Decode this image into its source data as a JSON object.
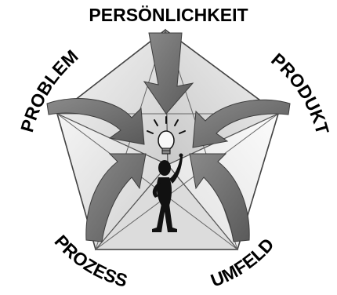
{
  "diagram": {
    "labels": {
      "top": "PERSÖNLICHKEIT",
      "left": "PROBLEM",
      "right": "PRODUKT",
      "bottom_left": "PROZESS",
      "bottom_right": "UMFELD"
    },
    "center_figure": "thinking-person-with-lightbulb",
    "colors": {
      "outline": "#555555",
      "facet_light": "#ececec",
      "facet_mid": "#d6d6d6",
      "arrow": "#6e6e6e",
      "figure": "#111111"
    }
  }
}
